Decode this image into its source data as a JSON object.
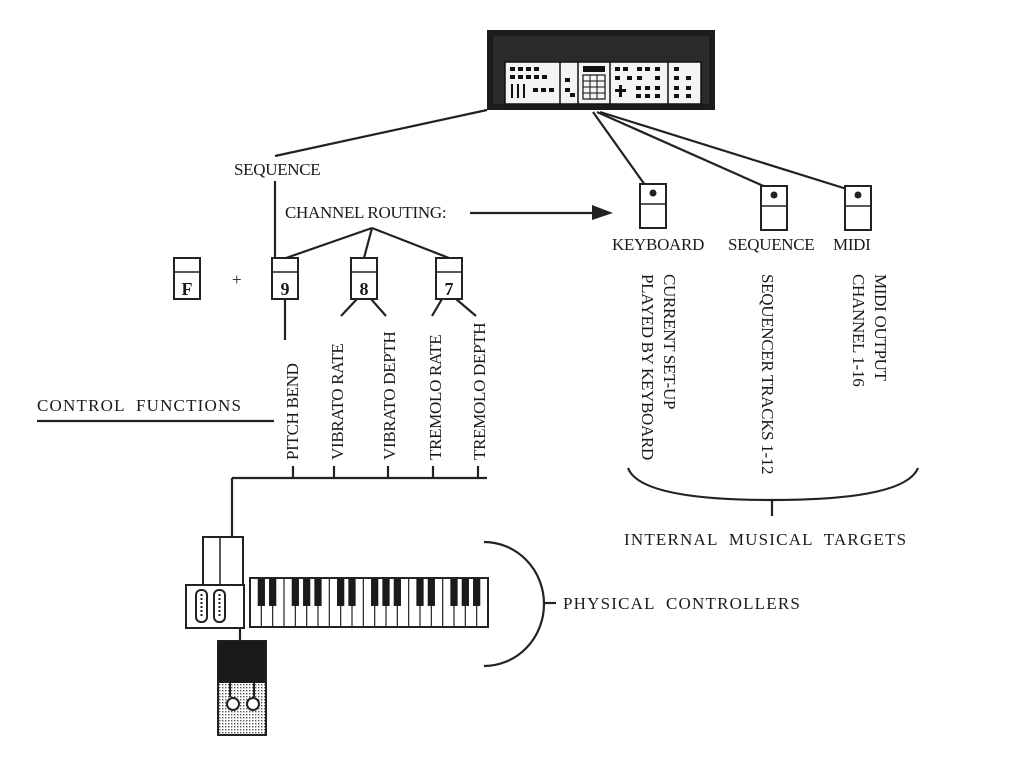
{
  "device": {
    "icon": "synth-front-panel-icon"
  },
  "sequence_label": "SEQUENCE",
  "channel_routing_label": "CHANNEL ROUTING:",
  "function_key": {
    "label": "F",
    "icon": "key-switch-icon"
  },
  "plus_sign": "+",
  "routing_keys": [
    {
      "label": "9"
    },
    {
      "label": "8"
    },
    {
      "label": "7"
    }
  ],
  "control_functions": {
    "heading": "CONTROL  FUNCTIONS",
    "items": [
      "PITCH BEND",
      "VIBRATO RATE",
      "VIBRATO DEPTH",
      "TREMOLO RATE",
      "TREMOLO DEPTH"
    ]
  },
  "targets": [
    {
      "label": "KEYBOARD",
      "description_lines": [
        "CURRENT SET-UP",
        "PLAYED BY KEYBOARD"
      ]
    },
    {
      "label": "SEQUENCE",
      "description_lines": [
        "SEQUENCER TRACKS 1-12"
      ]
    },
    {
      "label": "MIDI",
      "description_lines": [
        "MIDI OUTPUT",
        "CHANNEL 1-16"
      ]
    }
  ],
  "internal_targets_label": "INTERNAL  MUSICAL  TARGETS",
  "physical_controllers_label": "PHYSICAL  CONTROLLERS",
  "icons": {
    "target_switch": "slide-switch-icon",
    "wheels": "pitch-mod-wheels-icon",
    "keyboard": "piano-keyboard-icon",
    "pedal": "foot-pedal-icon"
  }
}
